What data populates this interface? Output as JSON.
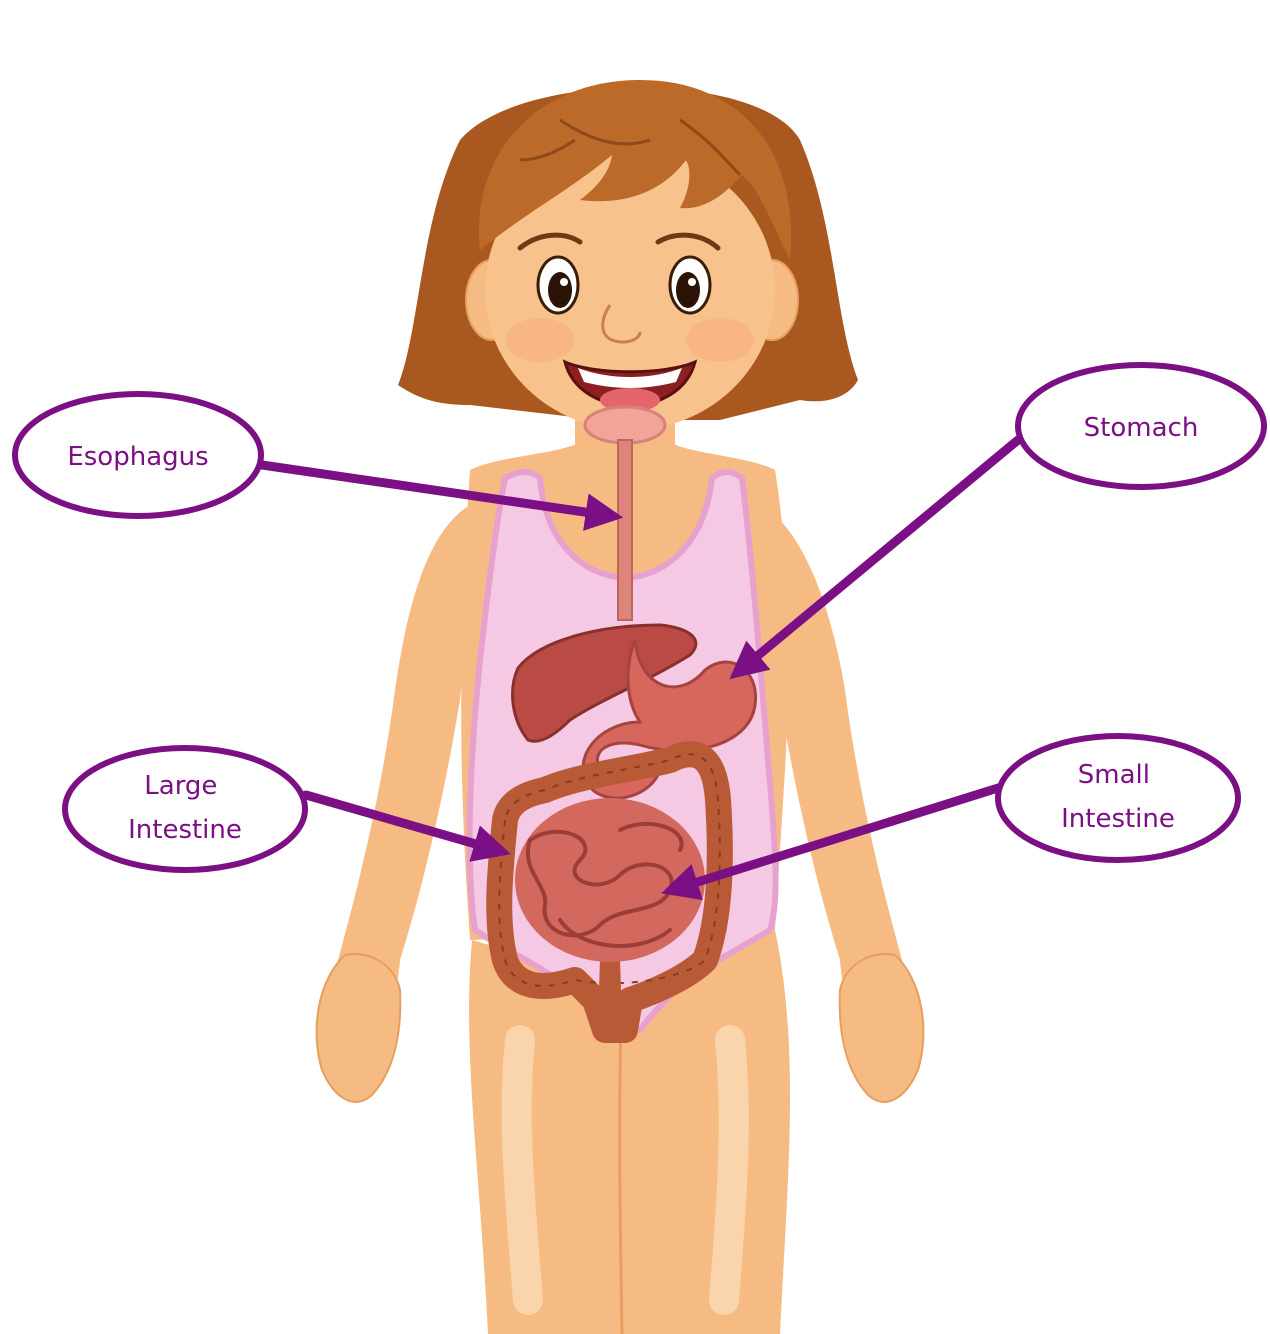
{
  "colors": {
    "accent": "#7b0f84",
    "skin": "#f6bb83",
    "skin_shadow": "#e79e60",
    "hair": "#bb6a29",
    "hair_dark": "#8e4a1a",
    "swimsuit": "#f5c8e3",
    "swimsuit_edge": "#e6a1ce",
    "organ": "#c9615a",
    "organ_dark": "#a5443f",
    "colon": "#b95a36"
  },
  "labels": {
    "esophagus": {
      "lines": [
        "Esophagus"
      ]
    },
    "stomach": {
      "lines": [
        "Stomach"
      ]
    },
    "large_intestine": {
      "lines": [
        "Large",
        "Intestine"
      ]
    },
    "small_intestine": {
      "lines": [
        "Small",
        "Intestine"
      ]
    }
  }
}
